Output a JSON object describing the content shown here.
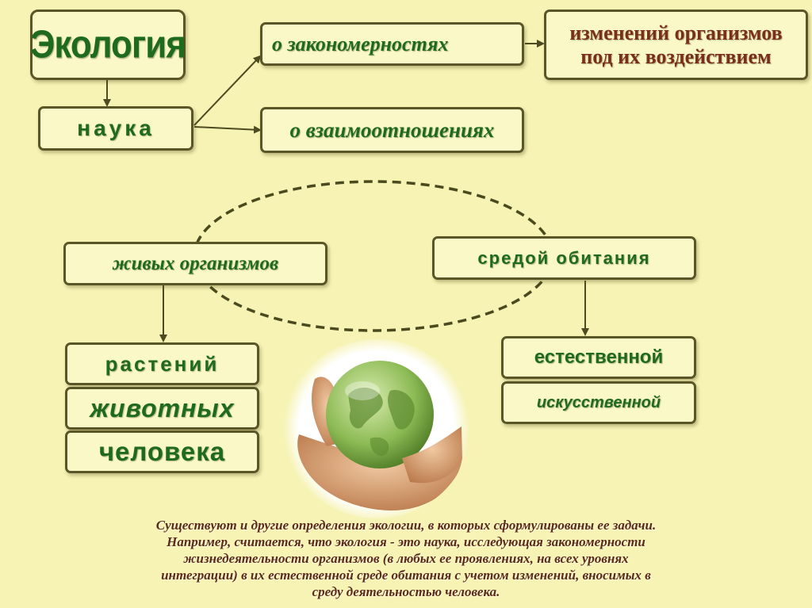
{
  "boxes": {
    "ecology": "Экология",
    "science": "наука",
    "patterns": "о закономерностях",
    "changes_line1": "изменений организмов",
    "changes_line2": "под их воздействием",
    "relations": "о взаимоотношениях",
    "living": "живых организмов",
    "habitat": "средой обитания",
    "plants": "растений",
    "animals": "животных",
    "human": "человека",
    "natural": "естественной",
    "artificial": "искусственной"
  },
  "footer": {
    "line1": "Существуют и другие определения экологии, в которых сформулированы ее задачи.",
    "line2": "Например, считается, что экология - это наука, исследующая закономерности",
    "line3": "жизнедеятельности организмов (в любых ее проявлениях, на всех уровнях",
    "line4": "интеграции) в их естественной среде обитания с учетом изменений, вносимых в",
    "line5": "среду деятельностью человека."
  },
  "colors": {
    "background": "#f6f3b4",
    "box_fill": "#fbf8c7",
    "border": "#5b5628",
    "text_green": "#1e6b1e",
    "footer_text": "#5a2b1a"
  }
}
